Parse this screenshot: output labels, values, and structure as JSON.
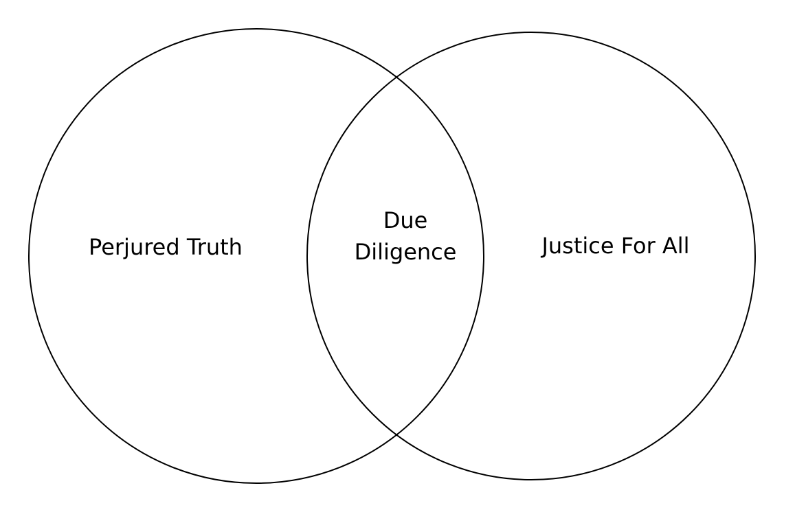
{
  "diagram": {
    "type": "venn",
    "stroke_color": "#000000",
    "sets": [
      {
        "label": "Perjured Truth"
      },
      {
        "label": "Justice For All"
      }
    ],
    "intersection": {
      "line1": "Due",
      "line2": "Diligence"
    }
  }
}
